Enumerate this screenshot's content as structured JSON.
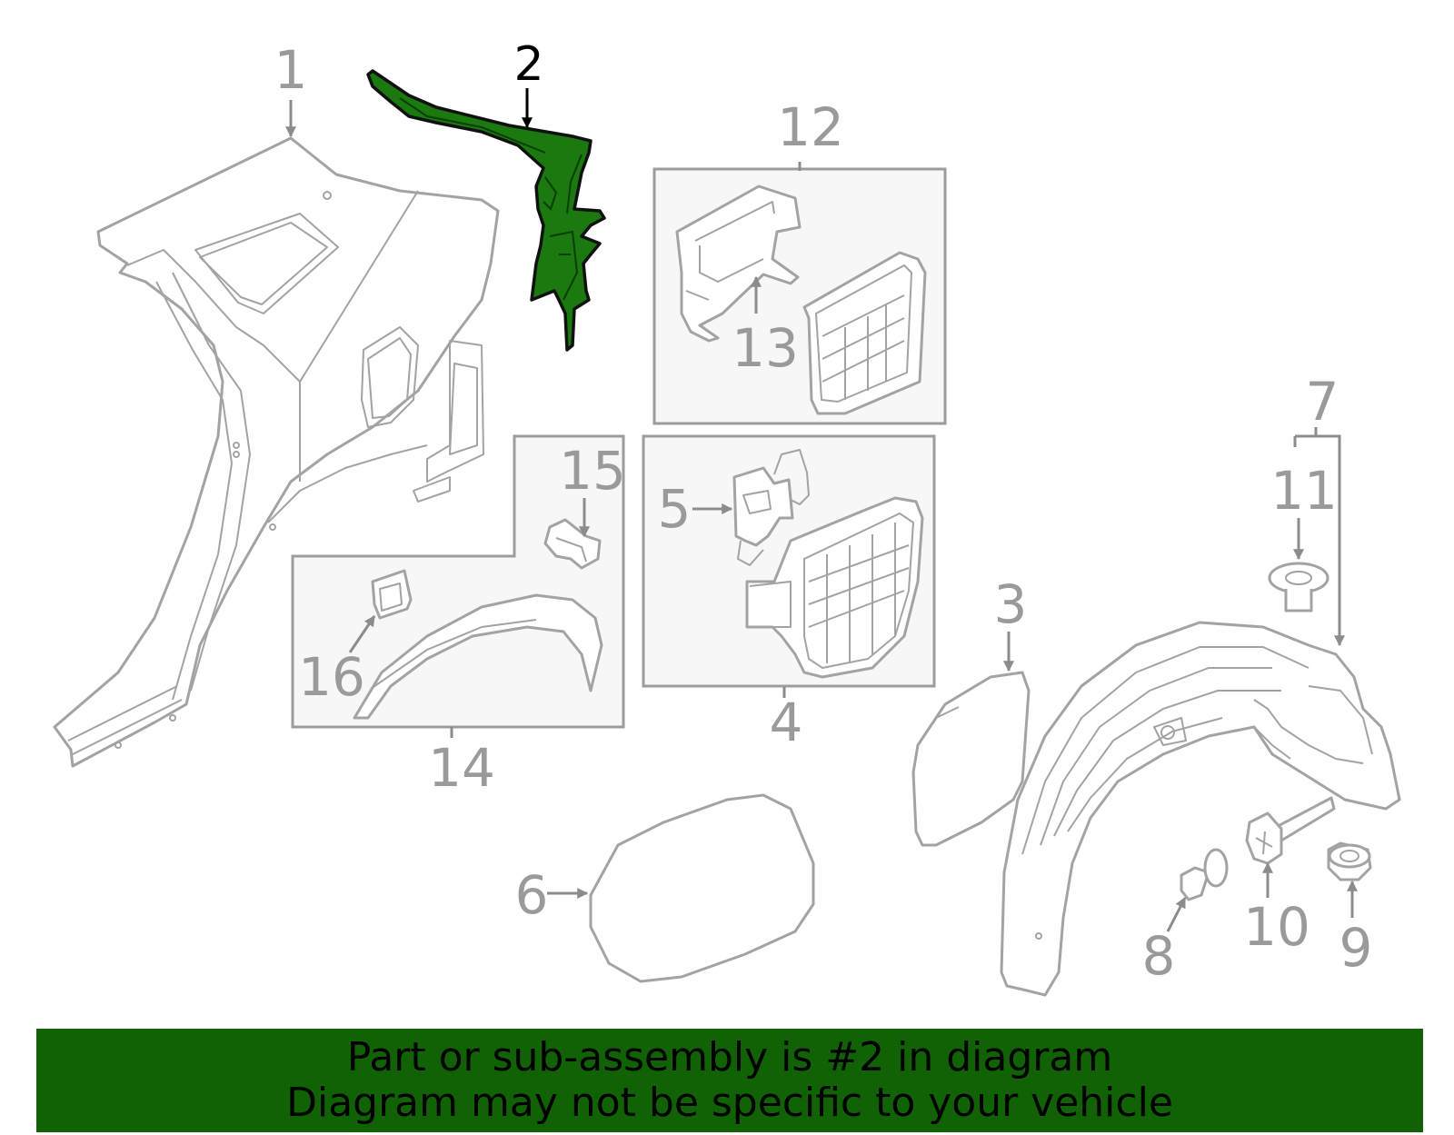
{
  "callouts": {
    "c1": "1",
    "c2": "2",
    "c3": "3",
    "c4": "4",
    "c5": "5",
    "c6": "6",
    "c7": "7",
    "c8": "8",
    "c9": "9",
    "c10": "10",
    "c11": "11",
    "c12": "12",
    "c13": "13",
    "c14": "14",
    "c15": "15",
    "c16": "16"
  },
  "highlight": {
    "part": "2",
    "fill_color": "#1a7a10"
  },
  "banner": {
    "line1": "Part or sub-assembly is #2 in diagram",
    "line2": "Diagram may not be specific to your vehicle",
    "background": "#116105"
  }
}
